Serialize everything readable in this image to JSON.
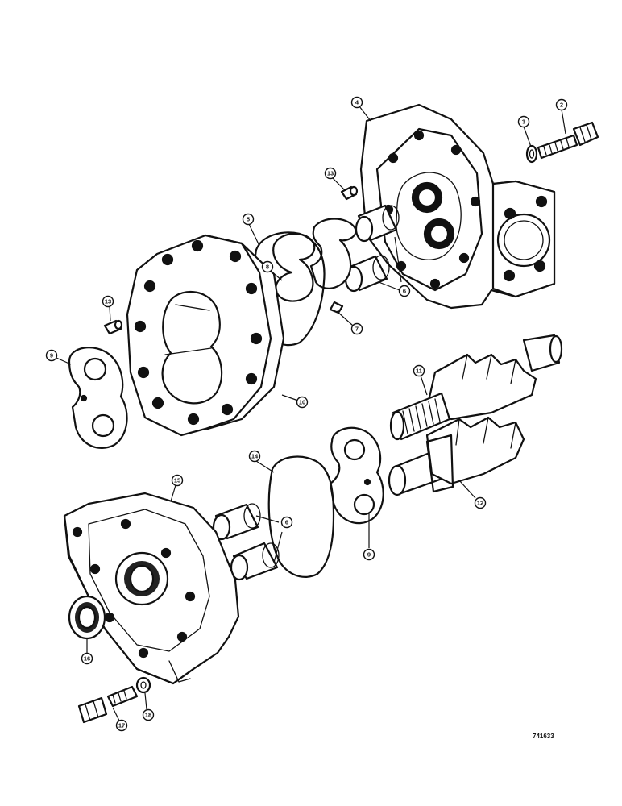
{
  "drawing_ref": "741633",
  "callouts": [
    {
      "id": "c4",
      "label": "4"
    },
    {
      "id": "c3",
      "label": "3"
    },
    {
      "id": "c2",
      "label": "2"
    },
    {
      "id": "c13a",
      "label": "13"
    },
    {
      "id": "c5",
      "label": "5"
    },
    {
      "id": "c8a",
      "label": "8"
    },
    {
      "id": "c6a",
      "label": "6"
    },
    {
      "id": "c7",
      "label": "7"
    },
    {
      "id": "c13b",
      "label": "13"
    },
    {
      "id": "c9a",
      "label": "9"
    },
    {
      "id": "c10",
      "label": "10"
    },
    {
      "id": "c11",
      "label": "11"
    },
    {
      "id": "c14",
      "label": "14"
    },
    {
      "id": "c15",
      "label": "15"
    },
    {
      "id": "c6b",
      "label": "6"
    },
    {
      "id": "c9b",
      "label": "9"
    },
    {
      "id": "c12",
      "label": "12"
    },
    {
      "id": "c16",
      "label": "16"
    },
    {
      "id": "c18",
      "label": "18"
    },
    {
      "id": "c17",
      "label": "17"
    }
  ]
}
